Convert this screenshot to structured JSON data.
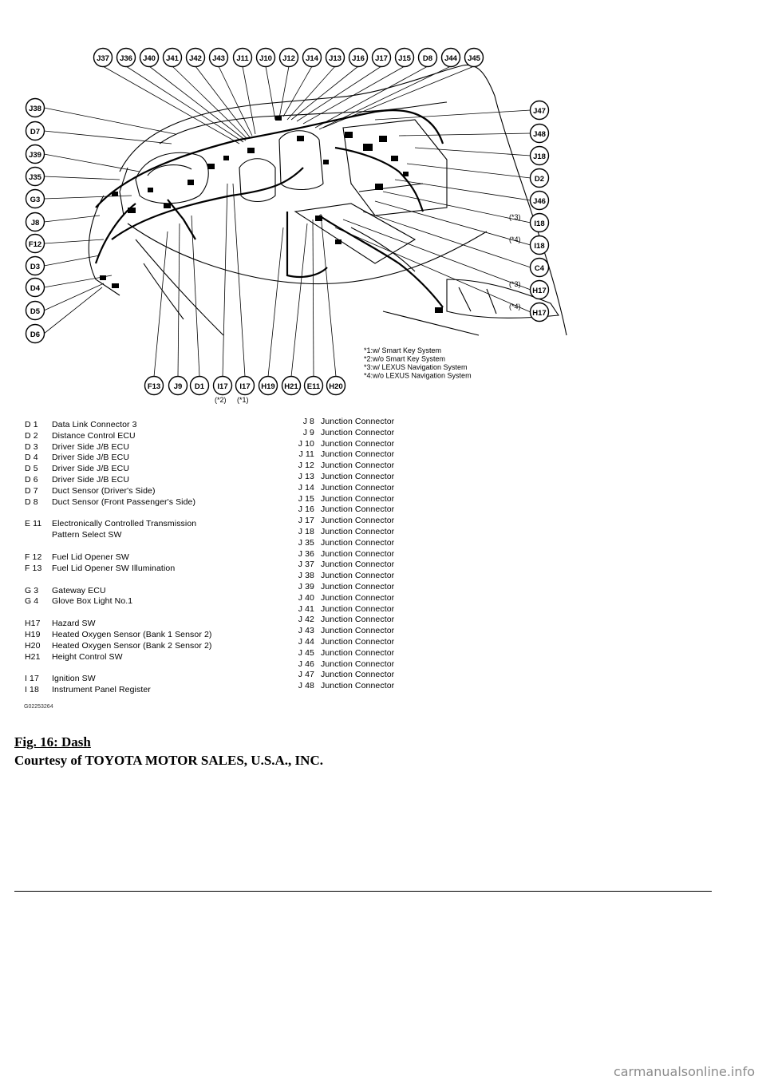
{
  "callouts": {
    "top": [
      "J37",
      "J36",
      "J40",
      "J41",
      "J42",
      "J43",
      "J11",
      "J10",
      "J12",
      "J14",
      "J13",
      "J16",
      "J17",
      "J15",
      "D8",
      "J44",
      "J45"
    ],
    "left": [
      "J38",
      "D7",
      "J39",
      "J35",
      "G3",
      "J8",
      "F12",
      "D3",
      "D4",
      "D5",
      "D6"
    ],
    "right": [
      {
        "id": "J47",
        "note": ""
      },
      {
        "id": "J48",
        "note": ""
      },
      {
        "id": "J18",
        "note": ""
      },
      {
        "id": "D2",
        "note": ""
      },
      {
        "id": "J46",
        "note": ""
      },
      {
        "id": "I18",
        "note": "(*3)"
      },
      {
        "id": "I18",
        "note": "(*4)"
      },
      {
        "id": "C4",
        "note": ""
      },
      {
        "id": "H17",
        "note": "(*3)"
      },
      {
        "id": "H17",
        "note": "(*4)"
      }
    ],
    "bottom": [
      {
        "id": "F13",
        "note": ""
      },
      {
        "id": "J9",
        "note": ""
      },
      {
        "id": "D1",
        "note": ""
      },
      {
        "id": "I17",
        "note": "(*2)"
      },
      {
        "id": "I17",
        "note": "(*1)"
      },
      {
        "id": "H19",
        "note": ""
      },
      {
        "id": "H21",
        "note": ""
      },
      {
        "id": "E11",
        "note": ""
      },
      {
        "id": "H20",
        "note": ""
      }
    ]
  },
  "footnotes": [
    "*1:w/ Smart Key System",
    "*2:w/o Smart Key System",
    "*3:w/ LEXUS Navigation System",
    "*4:w/o LEXUS Navigation System"
  ],
  "legend_left": [
    {
      "code": "D 1",
      "name": "Data Link Connector 3"
    },
    {
      "code": "D 2",
      "name": "Distance Control ECU"
    },
    {
      "code": "D 3",
      "name": "Driver Side J/B ECU"
    },
    {
      "code": "D 4",
      "name": "Driver Side J/B ECU"
    },
    {
      "code": "D 5",
      "name": "Driver Side J/B ECU"
    },
    {
      "code": "D 6",
      "name": "Driver Side J/B ECU"
    },
    {
      "code": "D 7",
      "name": "Duct Sensor (Driver's Side)"
    },
    {
      "code": "D 8",
      "name": "Duct Sensor (Front Passenger's Side)"
    },
    {
      "code": "E 11",
      "name": "Electronically Controlled Transmission",
      "gap": true
    },
    {
      "code": "",
      "name": "Pattern Select SW",
      "cont": true
    },
    {
      "code": "F 12",
      "name": "Fuel Lid Opener SW",
      "gap": true
    },
    {
      "code": "F 13",
      "name": "Fuel Lid Opener SW Illumination"
    },
    {
      "code": "G 3",
      "name": "Gateway ECU",
      "gap": true
    },
    {
      "code": "G 4",
      "name": "Glove Box Light No.1"
    },
    {
      "code": "H17",
      "name": "Hazard SW",
      "gap": true
    },
    {
      "code": "H19",
      "name": "Heated Oxygen Sensor (Bank 1 Sensor 2)"
    },
    {
      "code": "H20",
      "name": "Heated Oxygen Sensor (Bank 2 Sensor 2)"
    },
    {
      "code": "H21",
      "name": "Height Control SW"
    },
    {
      "code": "I 17",
      "name": "Ignition SW",
      "gap": true
    },
    {
      "code": "I 18",
      "name": "Instrument Panel Register"
    }
  ],
  "legend_right": [
    {
      "code": "J 8",
      "name": "Junction Connector"
    },
    {
      "code": "J 9",
      "name": "Junction Connector"
    },
    {
      "code": "J 10",
      "name": "Junction Connector"
    },
    {
      "code": "J 11",
      "name": "Junction Connector"
    },
    {
      "code": "J 12",
      "name": "Junction Connector"
    },
    {
      "code": "J 13",
      "name": "Junction Connector"
    },
    {
      "code": "J 14",
      "name": "Junction Connector"
    },
    {
      "code": "J 15",
      "name": "Junction Connector"
    },
    {
      "code": "J 16",
      "name": "Junction Connector"
    },
    {
      "code": "J 17",
      "name": "Junction Connector"
    },
    {
      "code": "J 18",
      "name": "Junction Connector"
    },
    {
      "code": "J 35",
      "name": "Junction Connector"
    },
    {
      "code": "J 36",
      "name": "Junction Connector"
    },
    {
      "code": "J 37",
      "name": "Junction Connector"
    },
    {
      "code": "J 38",
      "name": "Junction Connector"
    },
    {
      "code": "J 39",
      "name": "Junction Connector"
    },
    {
      "code": "J 40",
      "name": "Junction Connector"
    },
    {
      "code": "J 41",
      "name": "Junction Connector"
    },
    {
      "code": "J 42",
      "name": "Junction Connector"
    },
    {
      "code": "J 43",
      "name": "Junction Connector"
    },
    {
      "code": "J 44",
      "name": "Junction Connector"
    },
    {
      "code": "J 45",
      "name": "Junction Connector"
    },
    {
      "code": "J 46",
      "name": "Junction Connector"
    },
    {
      "code": "J 47",
      "name": "Junction Connector"
    },
    {
      "code": "J 48",
      "name": "Junction Connector"
    }
  ],
  "image_code": "G02253264",
  "caption": {
    "figure": "Fig. 16: Dash",
    "courtesy": "Courtesy of TOYOTA MOTOR SALES, U.S.A., INC."
  },
  "watermark": "carmanualsonline.info"
}
